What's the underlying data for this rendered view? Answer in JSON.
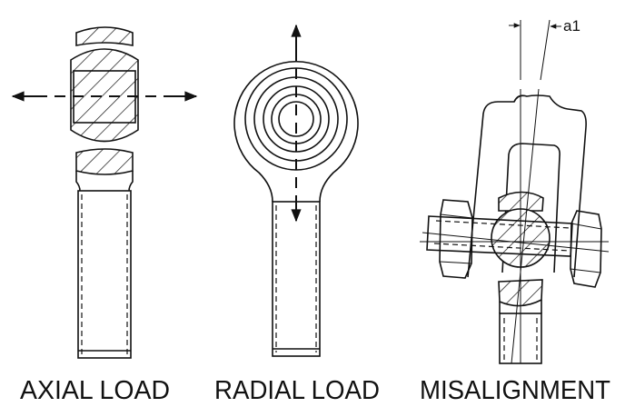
{
  "labels": {
    "axial": "AXIAL LOAD",
    "radial": "RADIAL LOAD",
    "misalignment": "MISALIGNMENT"
  },
  "annotations": {
    "angle": "a1"
  },
  "colors": {
    "line": "#111111",
    "background": "#ffffff"
  }
}
